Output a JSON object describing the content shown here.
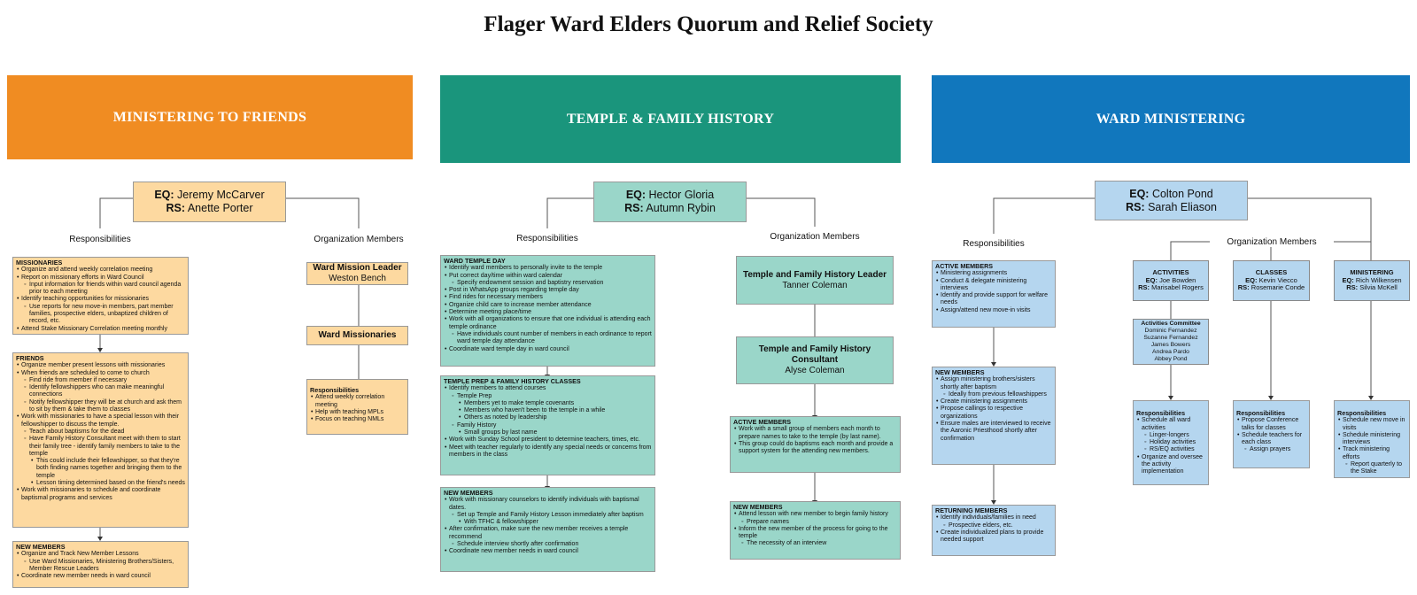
{
  "title": "Flager Ward Elders Quorum and Relief Society",
  "colors": {
    "orange": "#f08c22",
    "teal": "#1a957c",
    "blue": "#1177bd"
  },
  "c1": {
    "banner": "MINISTERING TO FRIENDS",
    "eq_label": "EQ:",
    "eq_name": "Jeremy McCarver",
    "rs_label": "RS:",
    "rs_name": "Anette Porter",
    "resp_label": "Responsibilities",
    "org_label": "Organization Members",
    "missionaries": {
      "title": "MISSIONARIES",
      "items": [
        [
          "l1",
          "Organize and attend weekly correlation meeting"
        ],
        [
          "l1",
          "Report on missionary efforts in Ward Council"
        ],
        [
          "l2",
          "Input information for friends within ward council agenda prior to each meeting"
        ],
        [
          "l1",
          "Identify teaching opportunities for missionaries"
        ],
        [
          "l2",
          "Use reports for new move-in members, part member families, prospective elders, unbaptized children of record, etc."
        ],
        [
          "l1",
          "Attend Stake Missionary Correlation meeting monthly"
        ]
      ]
    },
    "friends": {
      "title": "FRIENDS",
      "items": [
        [
          "l1",
          "Organize member present lessons with missionaries"
        ],
        [
          "l1",
          "When friends are scheduled to come to church"
        ],
        [
          "l2",
          "Find ride from member if necessary"
        ],
        [
          "l2",
          "Identify fellowshippers who can make meaningful connections"
        ],
        [
          "l2",
          "Notify fellowshipper they will be at church and ask them to sit by them & take them to classes"
        ],
        [
          "l1",
          "Work with missionaries to have a special lesson with their fellowshipper to discuss the temple."
        ],
        [
          "l2",
          "Teach about baptisms for the dead"
        ],
        [
          "l2",
          "Have Family History Consultant meet with them to start their family tree - identify family members to take to the temple"
        ],
        [
          "l3",
          "This could include their fellowshipper, so that they're both finding names together and bringing them to the temple"
        ],
        [
          "l3",
          "Lesson timing determined based on the friend's needs"
        ],
        [
          "l1",
          "Work with missionaries to schedule and coordinate baptismal programs and services"
        ]
      ]
    },
    "newmembers": {
      "title": "NEW MEMBERS",
      "items": [
        [
          "l1",
          "Organize and Track New Member Lessons"
        ],
        [
          "l2",
          "Use Ward Missionaries, Ministering Brothers/Sisters, Member Rescue Leaders"
        ],
        [
          "l1",
          "Coordinate new member needs in ward council"
        ]
      ]
    },
    "wml_title": "Ward Mission Leader",
    "wml_name": "Weston Bench",
    "wm_title": "Ward Missionaries",
    "wm_resp": {
      "title": "Responsibilities",
      "items": [
        [
          "l1",
          "Attend weekly correlation meeting"
        ],
        [
          "l1",
          "Help with teaching MPLs"
        ],
        [
          "l1",
          "Focus on teaching NMLs"
        ]
      ]
    }
  },
  "c2": {
    "banner": "TEMPLE & FAMILY HISTORY",
    "eq_label": "EQ:",
    "eq_name": "Hector Gloria",
    "rs_label": "RS:",
    "rs_name": "Autumn Rybin",
    "resp_label": "Responsibilities",
    "org_label": "Organization Members",
    "templeday": {
      "title": "WARD TEMPLE DAY",
      "items": [
        [
          "l1",
          "Identify ward members to personally invite to the temple"
        ],
        [
          "l1",
          "Put correct day/time within ward calendar"
        ],
        [
          "l2",
          "Specify endowment session and baptistry reservation"
        ],
        [
          "l1",
          "Post in WhatsApp groups regarding temple day"
        ],
        [
          "l1",
          "Find rides for necessary members"
        ],
        [
          "l1",
          "Organize child care to increase member attendance"
        ],
        [
          "l1",
          "Determine meeting place/time"
        ],
        [
          "l1",
          "Work with all organizations to ensure that one individual is attending each temple ordinance"
        ],
        [
          "l2",
          "Have individuals count number of members in each ordinance to report ward temple day attendance"
        ],
        [
          "l1",
          "Coordinate ward temple day in ward council"
        ]
      ]
    },
    "prep": {
      "title": "TEMPLE PREP & FAMILY HISTORY CLASSES",
      "items": [
        [
          "l1",
          "Identify members to attend courses"
        ],
        [
          "l2",
          "Temple Prep"
        ],
        [
          "l3",
          "Members yet to make temple covenants"
        ],
        [
          "l3",
          "Members who haven't been to the temple in a while"
        ],
        [
          "l3",
          "Others as noted by leadership"
        ],
        [
          "l2",
          "Family History"
        ],
        [
          "l3",
          "Small groups by last name"
        ],
        [
          "l1",
          "Work with Sunday School president to determine teachers, times, etc."
        ],
        [
          "l1",
          "Meet with teacher regularly to identify any special needs or concerns from members in the class"
        ]
      ]
    },
    "newmembers": {
      "title": "NEW MEMBERS",
      "items": [
        [
          "l1",
          "Work with missionary counselors to identify individuals with baptismal dates."
        ],
        [
          "l2",
          "Set up Temple and Family History Lesson immediately after baptism"
        ],
        [
          "l3",
          "With TFHC & fellowshipper"
        ],
        [
          "l1",
          "After confirmation, make sure the new member receives a temple recommend"
        ],
        [
          "l2",
          "Schedule interview shortly after confirmation"
        ],
        [
          "l1",
          "Coordinate new member needs in ward council"
        ]
      ]
    },
    "leader_title": "Temple and Family History Leader",
    "leader_name": "Tanner Coleman",
    "cons_title": "Temple and Family History Consultant",
    "cons_name": "Alyse Coleman",
    "active": {
      "title": "ACTIVE MEMBERS",
      "items": [
        [
          "l1",
          "Work with a small group of members each month to prepare names to take to the temple (by last name)."
        ],
        [
          "l1",
          "This group could do baptisms each month and provide a support system for the attending new members."
        ]
      ]
    },
    "new2": {
      "title": "NEW MEMBERS",
      "items": [
        [
          "l1",
          "Attend lesson with new member to begin family history"
        ],
        [
          "l2",
          "Prepare names"
        ],
        [
          "l1",
          "Inform the new member of the process for going to the temple"
        ],
        [
          "l2",
          "The necessity of an interview"
        ]
      ]
    }
  },
  "c3": {
    "banner": "WARD MINISTERING",
    "eq_label": "EQ:",
    "eq_name": "Colton Pond",
    "rs_label": "RS:",
    "rs_name": "Sarah Eliason",
    "resp_label": "Responsibilities",
    "org_label": "Organization Members",
    "active": {
      "title": "ACTIVE MEMBERS",
      "items": [
        [
          "l1",
          "Ministering assignments"
        ],
        [
          "l1",
          "Conduct & delegate ministering interviews"
        ],
        [
          "l1",
          "Identify and provide support for welfare needs"
        ],
        [
          "l1",
          "Assign/attend new move-in visits"
        ]
      ]
    },
    "newmembers": {
      "title": "NEW MEMBERS",
      "items": [
        [
          "l1",
          "Assign ministering brothers/sisters shortly after baptism"
        ],
        [
          "l2",
          "Ideally from previous fellowshippers"
        ],
        [
          "l1",
          "Create ministering assignments"
        ],
        [
          "l1",
          "Propose callings to respective organizations"
        ],
        [
          "l1",
          "Ensure males are interviewed to receive the Aaronic Priesthood shortly after confirmation"
        ]
      ]
    },
    "returning": {
      "title": "RETURNING MEMBERS",
      "items": [
        [
          "l1",
          "Identify individuals/families in need"
        ],
        [
          "l2",
          "Prospective elders, etc."
        ],
        [
          "l1",
          "Create individualized plans to provide needed support"
        ]
      ]
    },
    "activities": {
      "title": "ACTIVITIES",
      "eq": "EQ:",
      "eq_name": "Joe Bowden",
      "rs": "RS:",
      "rs_name": "Marisabel Rogers"
    },
    "classes": {
      "title": "CLASSES",
      "eq": "EQ:",
      "eq_name": "Kevin Viecco",
      "rs": "RS:",
      "rs_name": "Rosemarie Conde"
    },
    "ministering": {
      "title": "MINISTERING",
      "eq": "EQ:",
      "eq_name": "Rich Wilkensen",
      "rs": "RS:",
      "rs_name": "Silvia McKell"
    },
    "committee": {
      "title": "Activities Committee",
      "names": [
        "Dominic Fernandez",
        "Suzanne Fernandez",
        "James Bowers",
        "Andrea Pardo",
        "Abbey Pond"
      ]
    },
    "act_resp": {
      "title": "Responsibilities",
      "items": [
        [
          "l1",
          "Schedule all ward activities"
        ],
        [
          "l2",
          "Linger-longers"
        ],
        [
          "l2",
          "Holiday activities"
        ],
        [
          "l2",
          "RS/EQ activities"
        ],
        [
          "l1",
          "Organize and oversee the activity implementation"
        ]
      ]
    },
    "cls_resp": {
      "title": "Responsibilities",
      "items": [
        [
          "l1",
          "Propose Conference talks for classes"
        ],
        [
          "l1",
          "Schedule teachers for each class"
        ],
        [
          "l2",
          "Assign prayers"
        ]
      ]
    },
    "min_resp": {
      "title": "Responsibilities",
      "items": [
        [
          "l1",
          "Schedule new move in visits"
        ],
        [
          "l1",
          "Schedule ministering interviews"
        ],
        [
          "l1",
          "Track ministering efforts"
        ],
        [
          "l2",
          "Report quarterly to the Stake"
        ]
      ]
    }
  }
}
